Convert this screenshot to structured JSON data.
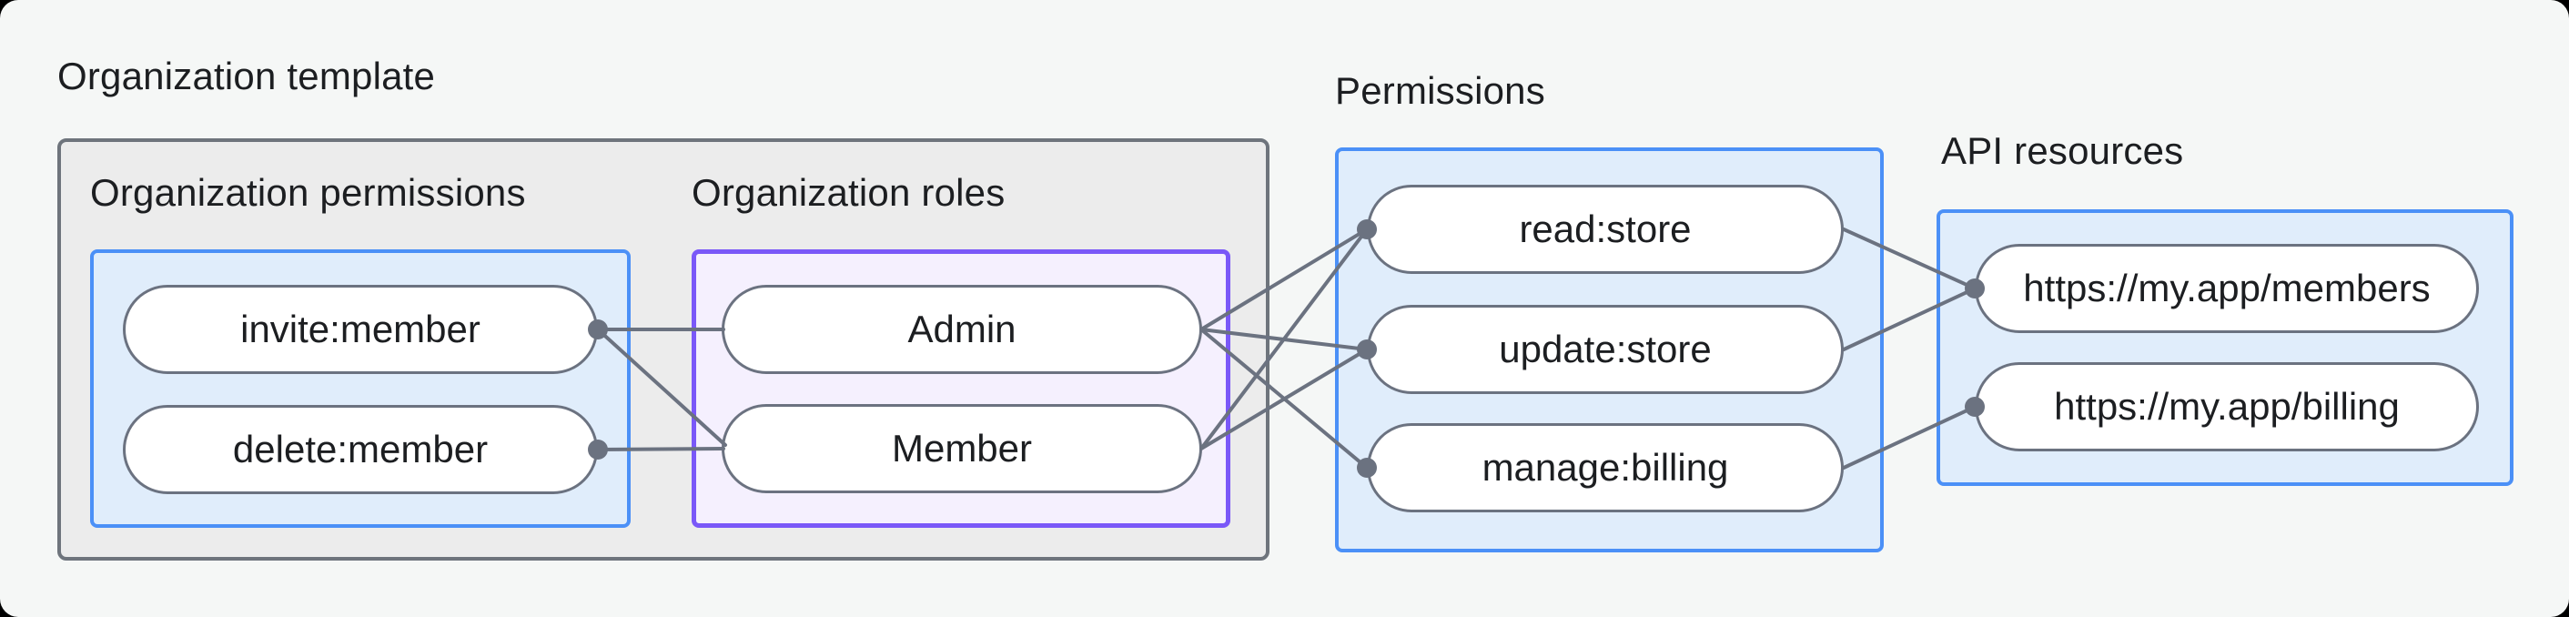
{
  "page": {
    "background": "#f5f7f6"
  },
  "colors": {
    "line_and_dot": "#6b7280",
    "blue_border": "#4b90f7",
    "blue_fill": "#e0edfb",
    "purple_border": "#7a58f8",
    "purple_fill": "#f5f0fe",
    "container_border": "#6e747c",
    "container_fill": "#ececec",
    "pill_border": "#6b7280",
    "pill_fill": "#ffffff",
    "text": "#1c1e21"
  },
  "groups": {
    "org_template": {
      "label": "Organization template"
    },
    "org_permissions": {
      "label": "Organization permissions",
      "items": [
        "invite:member",
        "delete:member"
      ]
    },
    "org_roles": {
      "label": "Organization roles",
      "items": [
        "Admin",
        "Member"
      ]
    },
    "permissions": {
      "label": "Permissions",
      "items": [
        "read:store",
        "update:store",
        "manage:billing"
      ]
    },
    "api_resources": {
      "label": "API resources",
      "items": [
        "https://my.app/members",
        "https://my.app/billing"
      ]
    }
  },
  "edges": [
    {
      "from": "invite:member",
      "to": "Admin"
    },
    {
      "from": "invite:member",
      "to": "Member"
    },
    {
      "from": "delete:member",
      "to": "Member"
    },
    {
      "from": "Admin",
      "to": "read:store"
    },
    {
      "from": "Admin",
      "to": "update:store"
    },
    {
      "from": "Admin",
      "to": "manage:billing"
    },
    {
      "from": "Member",
      "to": "read:store"
    },
    {
      "from": "Member",
      "to": "update:store"
    },
    {
      "from": "read:store",
      "to": "https://my.app/members"
    },
    {
      "from": "update:store",
      "to": "https://my.app/members"
    },
    {
      "from": "manage:billing",
      "to": "https://my.app/billing"
    }
  ]
}
